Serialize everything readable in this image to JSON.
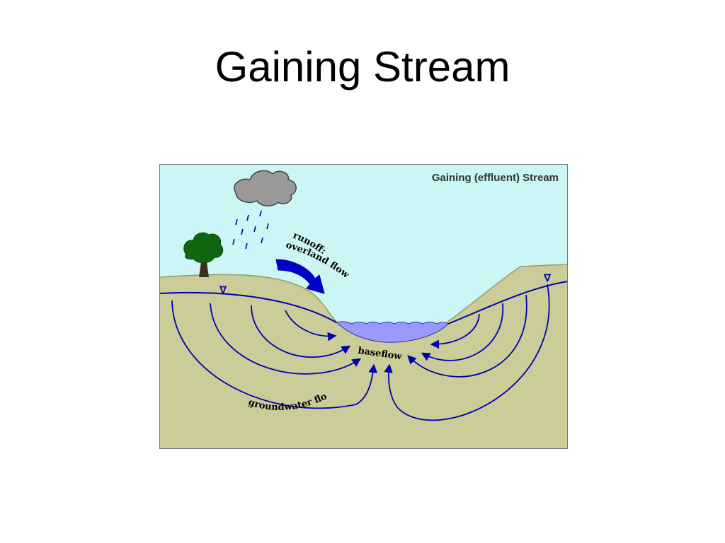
{
  "slide": {
    "title": "Gaining Stream"
  },
  "diagram": {
    "heading": "Gaining (effluent) Stream",
    "runoff_line1": "runoff:",
    "runoff_line2": "overland flow",
    "baseflow_label": "baseflow",
    "groundwater_label": "groundwater flow",
    "water_table_symbol": "∇",
    "colors": {
      "sky": "#ccf5f5",
      "ground": "#cccc99",
      "ground_edge": "#99996b",
      "water": "#9999ff",
      "flow_lines": "#0000aa",
      "arrow": "#0000cc",
      "cloud": "#999999",
      "tree": "#116611",
      "border": "#777777"
    }
  }
}
